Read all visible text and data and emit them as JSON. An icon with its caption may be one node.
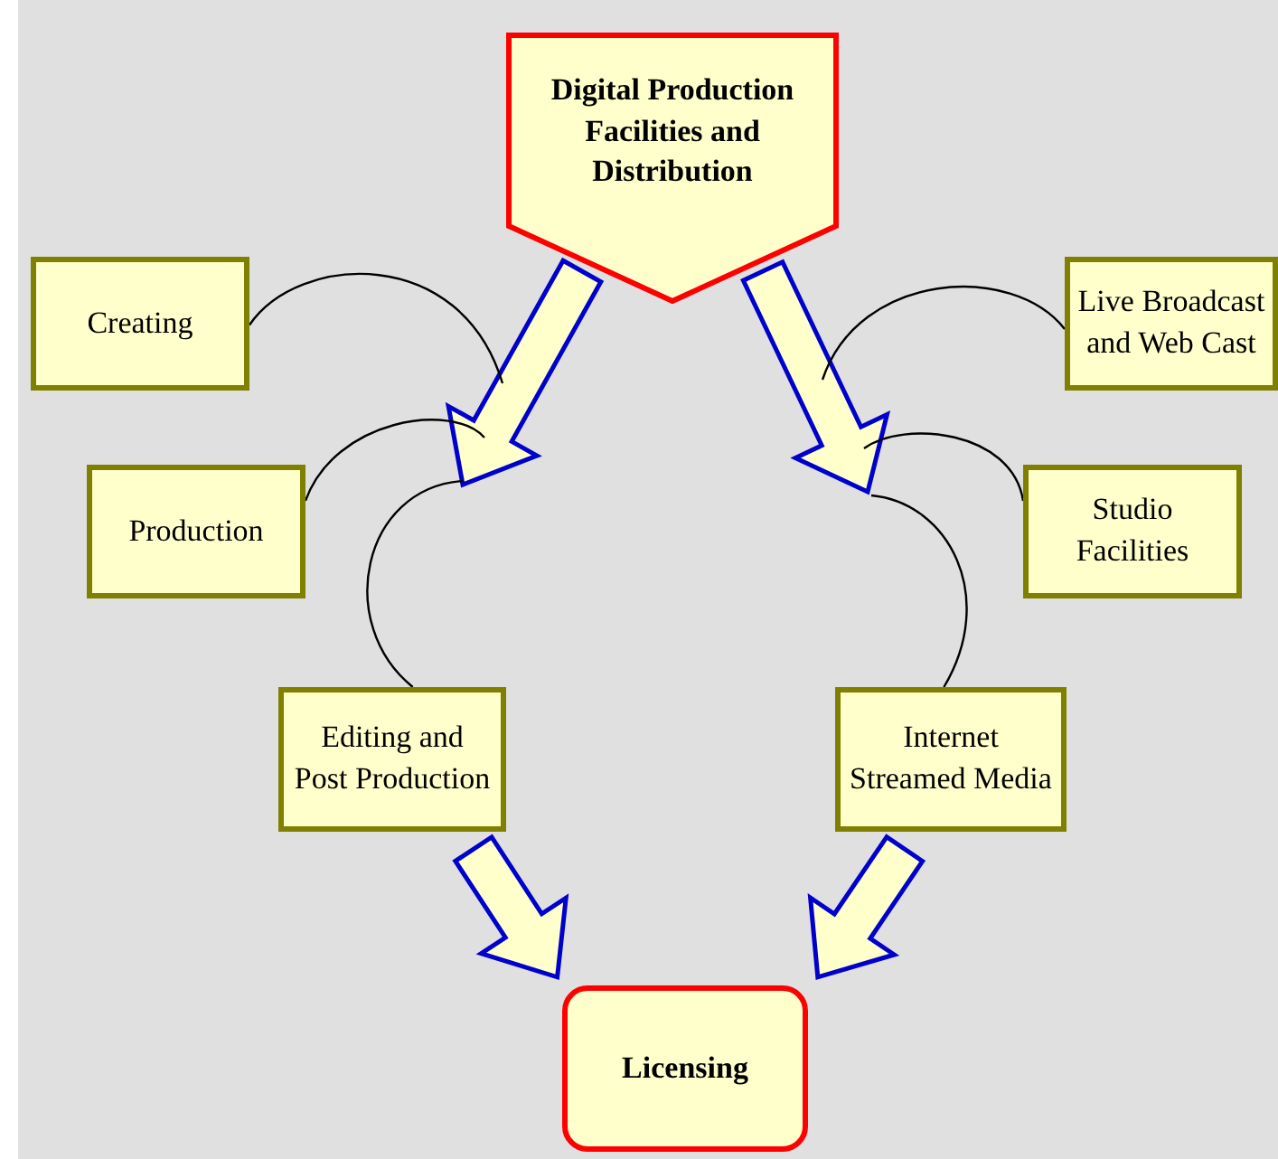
{
  "diagram": {
    "nodes": [
      {
        "text": [
          "Digital Production Facilities and Distribution"
        ]
      },
      {
        "text": [
          "Creating"
        ]
      },
      {
        "text": [
          "Production"
        ]
      },
      {
        "text": [
          "Editing and Post Production"
        ]
      },
      {
        "text": [
          "Live Broadcast and Web Cast"
        ]
      },
      {
        "text": [
          "Studio Facilities"
        ]
      },
      {
        "text": [
          "Internet Streamed Media"
        ]
      },
      {
        "text": [
          "Licensing"
        ]
      }
    ],
    "edges": [
      {
        "from": 0,
        "to": null,
        "arrow": "to",
        "style": "thick"
      },
      {
        "from": 0,
        "to": null,
        "arrow": "to",
        "style": "thick"
      },
      {
        "from": 1,
        "to": null,
        "arrow": "none"
      },
      {
        "from": 2,
        "to": null,
        "arrow": "none"
      },
      {
        "from": 3,
        "to": null,
        "arrow": "none"
      },
      {
        "from": 4,
        "to": null,
        "arrow": "none"
      },
      {
        "from": 5,
        "to": null,
        "arrow": "none"
      },
      {
        "from": 6,
        "to": null,
        "arrow": "none"
      },
      {
        "from": 3,
        "to": 7,
        "arrow": "to",
        "style": "thick"
      },
      {
        "from": 6,
        "to": 7,
        "arrow": "to",
        "style": "thick"
      }
    ]
  }
}
